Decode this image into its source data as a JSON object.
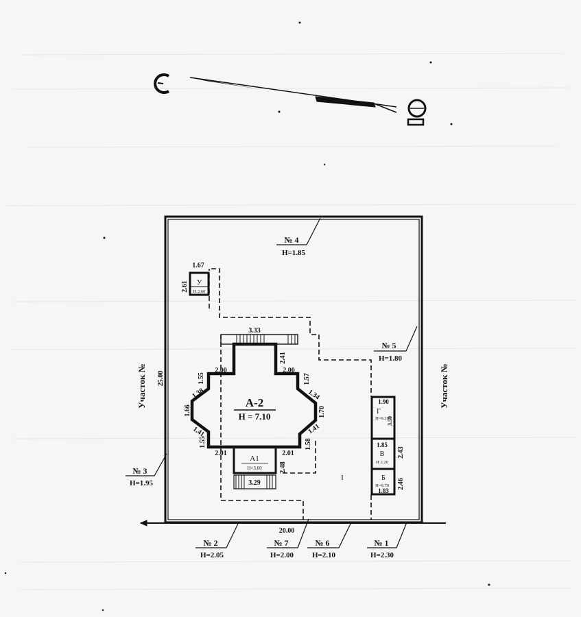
{
  "plot": {
    "outer_labels": {
      "left": "Участок №",
      "right": "Участок №"
    },
    "dimensions": {
      "left_side": "25.00",
      "bottom_side": "20.00"
    }
  },
  "main_building": {
    "name": "А-2",
    "height": "H = 7.10",
    "dims": {
      "top_width": "3.33",
      "top_right_step": "2.41",
      "top_left": "2.00",
      "top_right": "2.00",
      "left_upper": "1.55",
      "left_diag_upper": "1.38",
      "left_side": "1.66",
      "left_diag_lower": "1.41",
      "left_lower": "1.55",
      "right_upper": "1.57",
      "right_diag_upper": "1.34",
      "right_side": "1.70",
      "right_diag_lower": "1.41",
      "right_lower": "1.58",
      "bottom_left": "2.01",
      "bottom_right": "2.01",
      "bottom_step": "2.48",
      "bottom_width": "3.29"
    }
  },
  "annex": {
    "name": "А1",
    "height": "H=3.60"
  },
  "outbuilding_u": {
    "name": "У",
    "height": "H 2.60",
    "dim_top": "1.67",
    "dim_side": "2.61"
  },
  "sheds": [
    {
      "name": "Г",
      "height": "H=0.20",
      "dim_top": "1.90",
      "dim_side": "3.50"
    },
    {
      "name": "В",
      "height": "H 2.20",
      "dim_top": "1.85",
      "dim_side": "2.43"
    },
    {
      "name": "Б",
      "height": "H=0.70",
      "dim_top": "1.83",
      "dim_side": "2.46"
    }
  ],
  "yard_label": "I",
  "fences": [
    {
      "id": "fence-4",
      "num": "№ 4",
      "height": "H=1.85"
    },
    {
      "id": "fence-5",
      "num": "№ 5",
      "height": "H=1.80"
    },
    {
      "id": "fence-3",
      "num": "№ 3",
      "height": "H=1.95"
    },
    {
      "id": "fence-2",
      "num": "№ 2",
      "height": "H=2.05"
    },
    {
      "id": "fence-7",
      "num": "№ 7",
      "height": "H=2.00"
    },
    {
      "id": "fence-6",
      "num": "№ 6",
      "height": "H=2.10"
    },
    {
      "id": "fence-1",
      "num": "№ 1",
      "height": "H=2.30"
    }
  ],
  "colors": {
    "ink": "#111111",
    "paper": "#f6f6f4"
  },
  "icons": {
    "compass": "north-arrow-icon"
  }
}
